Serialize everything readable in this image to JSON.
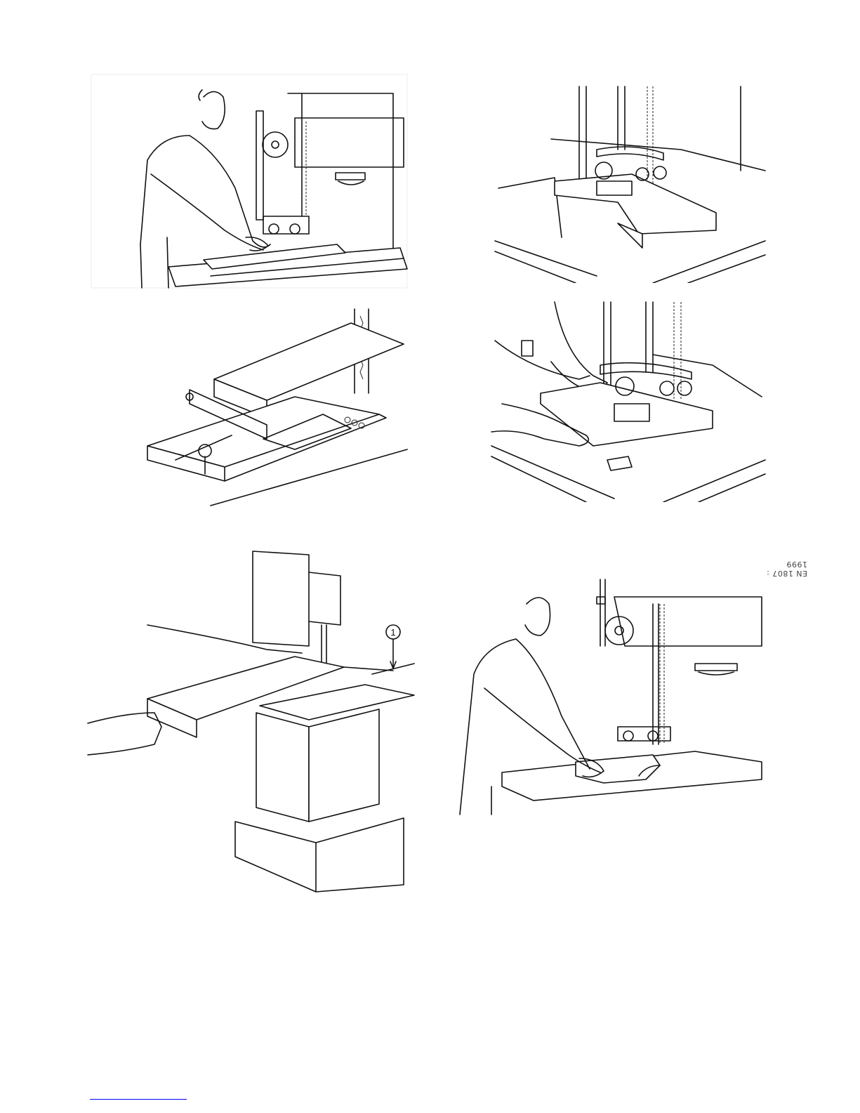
{
  "figures": [
    {
      "id": "fig-1",
      "icon": "band-saw-operator-ripping-illustration"
    },
    {
      "id": "fig-2",
      "icon": "band-saw-guide-wedge-cut-illustration"
    },
    {
      "id": "fig-3",
      "icon": "band-saw-angle-jig-illustration"
    },
    {
      "id": "fig-4",
      "icon": "band-saw-hands-push-block-illustration"
    },
    {
      "id": "fig-5",
      "icon": "band-saw-long-workpiece-support-illustration",
      "callout": "1"
    },
    {
      "id": "fig-6",
      "icon": "band-saw-operator-curve-cutting-illustration"
    }
  ],
  "stamp_text": "EN 1807 : 1999"
}
